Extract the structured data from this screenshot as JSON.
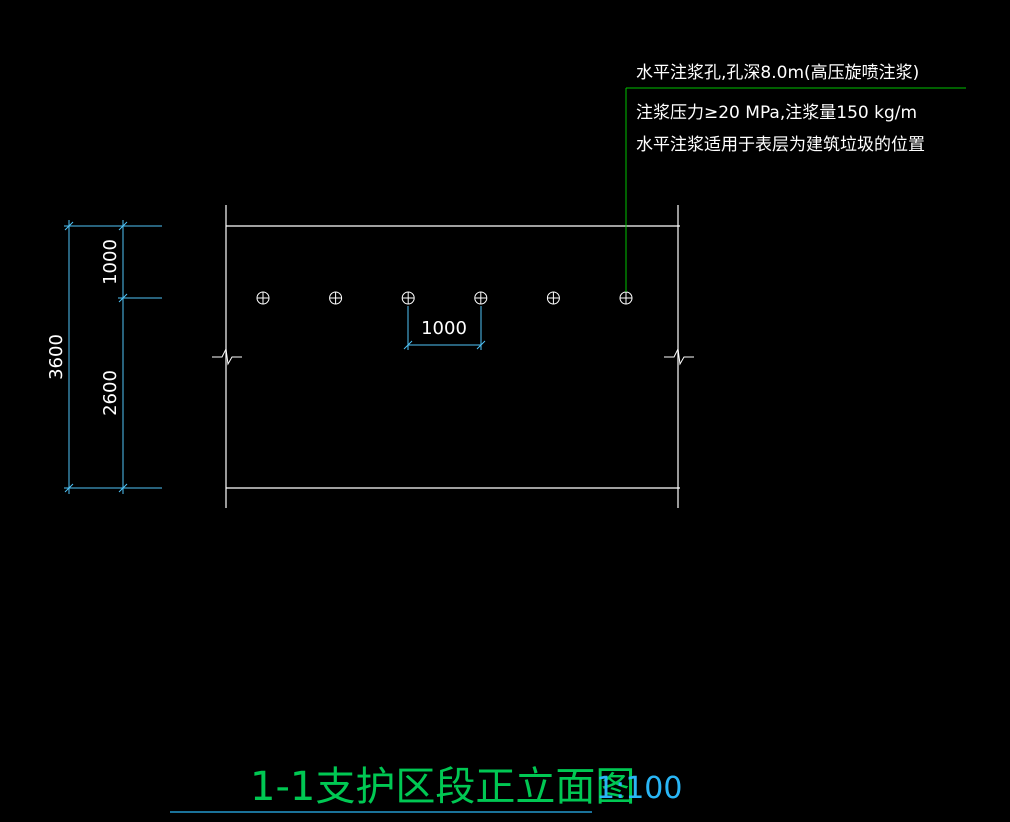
{
  "colors": {
    "background": "#000000",
    "outline": "#ffffff",
    "dimension": "#4fc3f7",
    "leader": "#00c000",
    "title": "#00c853",
    "scale": "#29b6f6",
    "note": "#ffffff"
  },
  "dimensions": {
    "total_height": "3600",
    "upper_height": "1000",
    "lower_height": "2600",
    "hole_spacing": "1000"
  },
  "holes": {
    "count": 6,
    "icon": "grout-hole-icon"
  },
  "notes": [
    "水平注浆孔,孔深8.0m(高压旋喷注浆)",
    "注浆压力≥20 MPa,注浆量150 kg/m",
    "水平注浆适用于表层为建筑垃圾的位置"
  ],
  "title": {
    "text": "1-1支护区段正立面图",
    "scale": "1:100"
  }
}
